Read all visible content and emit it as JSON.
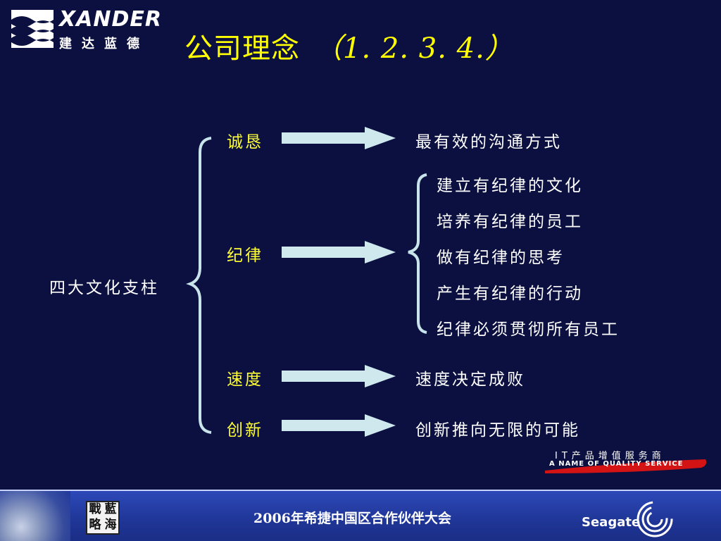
{
  "logo": {
    "word": "XANDER",
    "cn": "建达蓝德"
  },
  "title": {
    "main": "公司理念",
    "nums": "（1. 2. 3. 4.）"
  },
  "root": "四大文化支柱",
  "pillars": [
    {
      "key": "诚恳",
      "result": "最有效的沟通方式"
    },
    {
      "key": "纪律",
      "sub_items": [
        "建立有纪律的文化",
        "培养有纪律的员工",
        "做有纪律的思考",
        "产生有纪律的行动",
        "纪律必须贯彻所有员工"
      ]
    },
    {
      "key": "速度",
      "result": "速度决定成败"
    },
    {
      "key": "创新",
      "result": "创新推向无限的可能"
    }
  ],
  "badge": {
    "cn": "IT产品增值服务商",
    "en": "A NAME OF QUALITY SERVICE"
  },
  "footer": {
    "seal_chars": [
      "戰",
      "藍",
      "略",
      "海"
    ],
    "text": "2006年希捷中国区合作伙伴大会",
    "brand": "Seagate"
  },
  "colors": {
    "background": "#0b1040",
    "title": "#ffff00",
    "key_text": "#ffff33",
    "arrow": "#cfe8ee",
    "brace": "#c8e4ea",
    "footer": "#1f3596"
  },
  "icons": {
    "logo_mark": "wave-logo-icon",
    "arrow": "right-arrow-icon",
    "brace": "left-curly-brace-icon",
    "seagate": "seagate-swirl-icon"
  }
}
